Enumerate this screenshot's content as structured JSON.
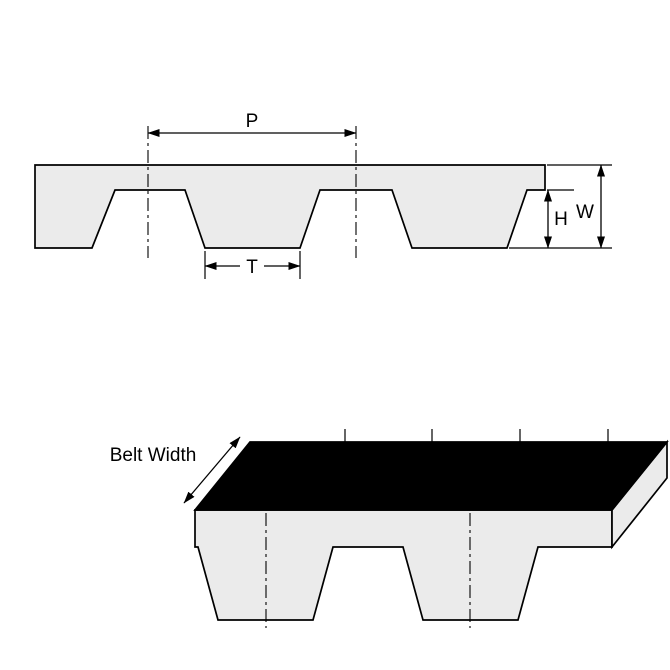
{
  "diagram": {
    "labels": {
      "pitch": "P",
      "tooth": "T",
      "height": "H",
      "width": "W",
      "belt_width": "Belt Width"
    },
    "colors": {
      "belt_fill": "#ebebeb",
      "top_face": "#000000",
      "line": "#000000",
      "background": "#ffffff"
    }
  }
}
